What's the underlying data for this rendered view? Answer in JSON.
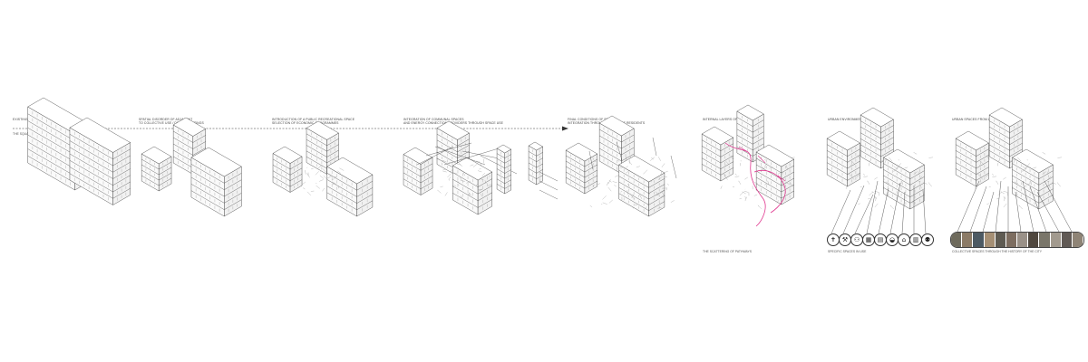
{
  "board": {
    "panels": [
      {
        "id": "p1",
        "caption": [
          "EXISTING MODERNIST BUILDINGS"
        ],
        "note": "THE SQUATTERS MOVEMENT"
      },
      {
        "id": "p2",
        "caption": [
          "SPATIAL DISORDER OF ADJACENT",
          "TO COLLECTIVE USE / DESIGN SETTINGS"
        ]
      },
      {
        "id": "p3",
        "caption": [
          "INTRODUCTION OF A PUBLIC RECREATIONAL SPACE",
          "SELECTION OF ECONOMIC PROGRAMMES"
        ]
      },
      {
        "id": "p4",
        "caption": [
          "INTEGRATION OF COMMUNAL SPACES",
          "AND ENERGY CONNECTION PROVIDERS THROUGH SPACE USE"
        ]
      },
      {
        "id": "p5",
        "caption": [
          "FINAL CONDITIONS OF SPACES",
          "INTEGRATION THROUGH SPACE USE RESIDENTS"
        ]
      },
      {
        "id": "p6",
        "caption": [
          "INTERNAL LAYERS OF SPACE"
        ],
        "note": "THE SCATTERING OF PATHWAYS"
      },
      {
        "id": "p7",
        "caption": [
          "URBAN ENVIRONMENT FOR DWELLERS"
        ],
        "note": "SPECIFIC SPACES IN USE"
      },
      {
        "id": "p8",
        "caption": [
          "URBAN SPACES FROM ARENAS"
        ],
        "note": "COLLECTIVE SPACES THROUGH THE HISTORY OF THE CITY"
      }
    ],
    "icons": [
      "church-icon",
      "tools-icon",
      "people-icon",
      "shop-icon",
      "book-icon",
      "pan-icon",
      "home-icon",
      "building-icon",
      "family-icon"
    ],
    "icon_glyphs": [
      "✝",
      "⚒",
      "⚇",
      "▦",
      "▤",
      "◒",
      "⌂",
      "▥",
      "⚉"
    ],
    "colors": {
      "line": "#333333",
      "light_line": "#8a8a8a",
      "accent": "#e0378f",
      "photos": [
        "#6e6a5c",
        "#8c7b66",
        "#4d5a63",
        "#a58f74",
        "#5f5b52",
        "#7d6d60",
        "#9a9188",
        "#50483f",
        "#7a766a",
        "#a29a8e",
        "#615a55",
        "#8f8476"
      ]
    }
  }
}
